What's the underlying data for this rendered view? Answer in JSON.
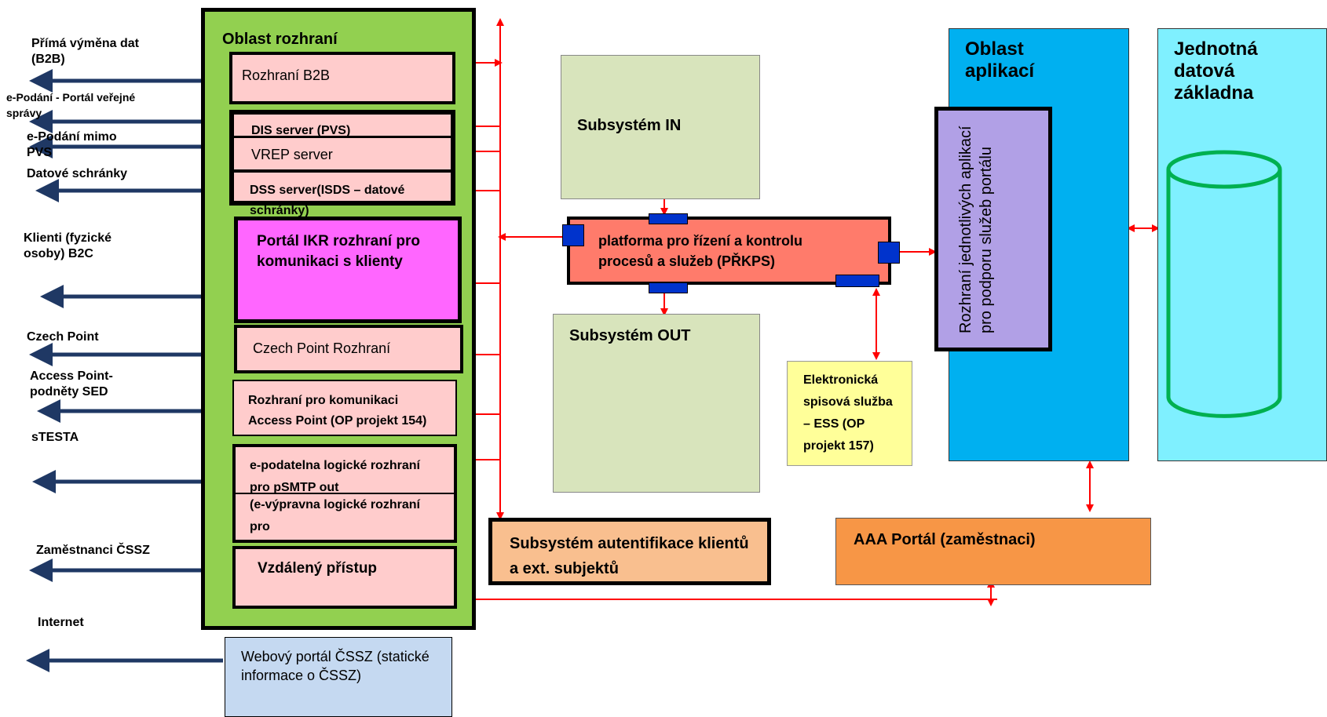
{
  "left_labels": {
    "b2b": "Přímá výměna dat (B2B)",
    "epodani_pvs": "e-Podání - Portál veřejné správy",
    "epodani_mimo": "e-Podání mimo PVS",
    "datove_schranky": "Datové schránky",
    "klienti": "Klienti (fyzické osoby) B2C",
    "czech_point": "Czech Point",
    "access_point": "Access Point- podněty SED",
    "stesta": "sTESTA",
    "zamestnanci": "Zaměstnanci ČSSZ",
    "internet": "Internet"
  },
  "interface_area": {
    "title": "Oblast rozhraní",
    "rozhrani_b2b": "Rozhraní B2B",
    "dis_server": "DIS server (PVS)",
    "vrep_server": "VREP server",
    "dss_server": "DSS server(ISDS – datové schránky)",
    "portal_ikr": "Portál IKR rozhraní pro komunikaci s klienty",
    "czech_point_rozhrani": "Czech Point Rozhraní",
    "access_point_rozhrani": "Rozhraní pro komunikaci Access Point (OP projekt 154)",
    "epodatelna": "e-podatelna logické rozhraní pro pSMTP out",
    "evypravna": "(e-výpravna logické rozhraní pro",
    "vzdaleny": "Vzdálený přístup"
  },
  "webovy_portal": "Webový portál ČSSZ (statické informace o ČSSZ)",
  "subsystem_in": "Subsystém IN",
  "subsystem_out": "Subsystém OUT",
  "platforma": "platforma pro řízení a kontrolu procesů a služeb (PŘKPS)",
  "autentifikace": "Subsystém autentifikace klientů a ext. subjektů",
  "ess": "Elektronická spisová služba – ESS (OP projekt 157)",
  "aaa_portal": "AAA Portál (zaměstnaci)",
  "oblast_aplikaci": "Oblast aplikací",
  "rozhrani_aplikaci": "Rozhraní jednotlivých aplikací pro podporu služeb portálu",
  "jednotna_zakladna": "Jednotná datová základna",
  "colors": {
    "green": "#92d050",
    "pink": "#ffcccc",
    "magenta": "#ff66ff",
    "subsystem": "#d8e4bc",
    "platform": "#ff7b6b",
    "auth": "#f9bf8f",
    "aaa": "#f79646",
    "ess": "#ffff99",
    "app_area": "#00b0f0",
    "data_area": "#7ff0ff",
    "purple": "#b1a0e6",
    "web": "#c5d9f1",
    "arrow_dark": "#1f3864",
    "arrow_red": "#ff0000"
  }
}
